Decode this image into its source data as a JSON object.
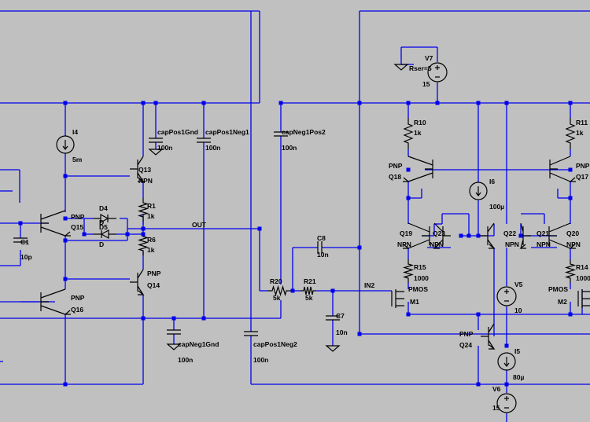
{
  "window": {
    "background": "#c0c0c0",
    "wire_color": "#0000ee",
    "symbol_color": "#000000"
  },
  "components": [
    {
      "id": "I4",
      "value": "5m",
      "kind": "current-source"
    },
    {
      "id": "capPos1Gnd",
      "value": "100n",
      "kind": "capacitor"
    },
    {
      "id": "capPos1Neg1",
      "value": "100n",
      "kind": "capacitor"
    },
    {
      "id": "capNeg1Pos2",
      "value": "100n",
      "kind": "capacitor"
    },
    {
      "id": "capNeg1Gnd",
      "value": "100n",
      "kind": "capacitor"
    },
    {
      "id": "capPos1Neg2",
      "value": "100n",
      "kind": "capacitor"
    },
    {
      "id": "Q13",
      "value": "NPN",
      "kind": "bjt"
    },
    {
      "id": "Q14",
      "value": "PNP",
      "kind": "bjt"
    },
    {
      "id": "Q15",
      "value": "PNP",
      "kind": "bjt"
    },
    {
      "id": "Q16",
      "value": "PNP",
      "kind": "bjt"
    },
    {
      "id": "R1",
      "value": "1k",
      "kind": "resistor"
    },
    {
      "id": "R6",
      "value": "1k",
      "kind": "resistor"
    },
    {
      "id": "D4",
      "value": "D",
      "kind": "diode"
    },
    {
      "id": "D5",
      "value": "D",
      "kind": "diode"
    },
    {
      "id": "C1",
      "value": "10p",
      "kind": "capacitor"
    },
    {
      "id": "R20",
      "value": "5k",
      "kind": "resistor"
    },
    {
      "id": "R21",
      "value": "5k",
      "kind": "resistor"
    },
    {
      "id": "C8",
      "value": "10n",
      "kind": "capacitor"
    },
    {
      "id": "C7",
      "value": "10n",
      "kind": "capacitor"
    },
    {
      "id": "V7",
      "value": "15",
      "kind": "voltage-source",
      "extra": "Rser=5"
    },
    {
      "id": "R10",
      "value": "1k",
      "kind": "resistor"
    },
    {
      "id": "R11",
      "value": "1k",
      "kind": "resistor"
    },
    {
      "id": "Q18",
      "value": "PNP",
      "kind": "bjt"
    },
    {
      "id": "Q17",
      "value": "PNP",
      "kind": "bjt"
    },
    {
      "id": "I6",
      "value": "100µ",
      "kind": "current-source"
    },
    {
      "id": "Q19",
      "value": "NPN",
      "kind": "bjt"
    },
    {
      "id": "Q23",
      "value": "NPN",
      "kind": "bjt"
    },
    {
      "id": "Q22",
      "value": "NPN",
      "kind": "bjt"
    },
    {
      "id": "Q21",
      "value": "NPN",
      "kind": "bjt"
    },
    {
      "id": "Q20",
      "value": "NPN",
      "kind": "bjt"
    },
    {
      "id": "R15",
      "value": "1000",
      "kind": "resistor"
    },
    {
      "id": "R14",
      "value": "1000",
      "kind": "resistor"
    },
    {
      "id": "M1",
      "value": "PMOS",
      "kind": "mosfet"
    },
    {
      "id": "M2",
      "value": "PMOS",
      "kind": "mosfet"
    },
    {
      "id": "V5",
      "value": "10",
      "kind": "voltage-source"
    },
    {
      "id": "Q24",
      "value": "PNP",
      "kind": "bjt"
    },
    {
      "id": "I5",
      "value": "80µ",
      "kind": "current-source"
    },
    {
      "id": "V6",
      "value": "15",
      "kind": "voltage-source"
    }
  ],
  "nets": {
    "out": "OUT",
    "in2": "IN2"
  }
}
